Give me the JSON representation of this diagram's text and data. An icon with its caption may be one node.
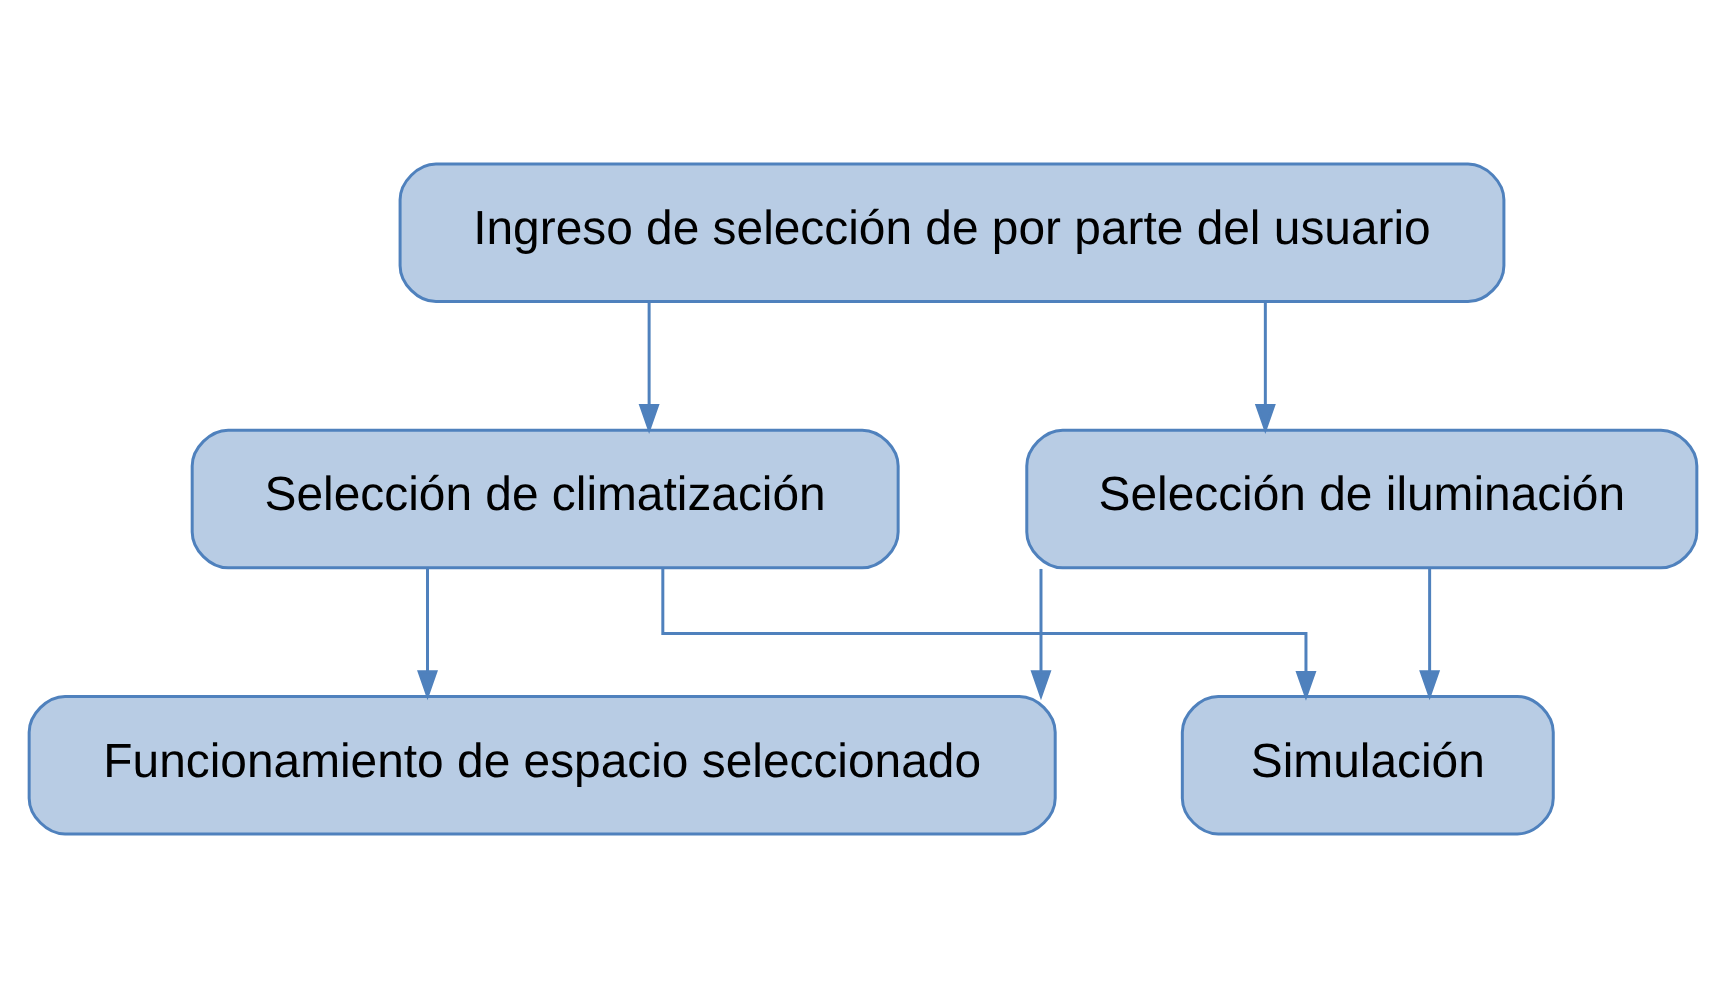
{
  "diagram": {
    "nodes": [
      {
        "text": [
          "Ingreso de selección de por parte del usuario"
        ]
      },
      {
        "text": [
          "Selección de climatización"
        ]
      },
      {
        "text": [
          "Selección de iluminación"
        ]
      },
      {
        "text": [
          "Funcionamiento de espacio seleccionado"
        ]
      },
      {
        "text": [
          "Simulación"
        ]
      }
    ],
    "edges": [
      {
        "from": 0,
        "to": 1,
        "arrow": "to"
      },
      {
        "from": 0,
        "to": 2,
        "arrow": "to"
      },
      {
        "from": 1,
        "to": 3,
        "arrow": "to"
      },
      {
        "from": 1,
        "to": 4,
        "arrow": "to"
      },
      {
        "from": 2,
        "to": 3,
        "arrow": "to"
      },
      {
        "from": 2,
        "to": 4,
        "arrow": "to"
      }
    ]
  }
}
